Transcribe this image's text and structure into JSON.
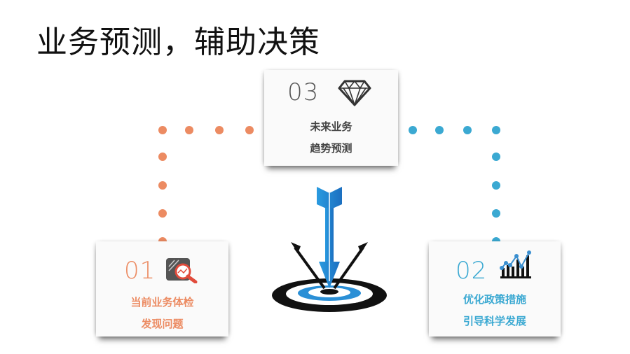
{
  "title": "业务预测，辅助决策",
  "colors": {
    "orange": "#ec8b62",
    "blue": "#3ba9d2",
    "dark": "#444444"
  },
  "cards": [
    {
      "number": "01",
      "lines": [
        "当前业务体检",
        "发现问题"
      ],
      "icon": "magnifier-chart-icon"
    },
    {
      "number": "02",
      "lines": [
        "优化政策措施",
        "引导科学发展"
      ],
      "icon": "bar-line-chart-icon"
    },
    {
      "number": "03",
      "lines": [
        "未来业务",
        "趋势预测"
      ],
      "icon": "diamond-icon"
    }
  ]
}
